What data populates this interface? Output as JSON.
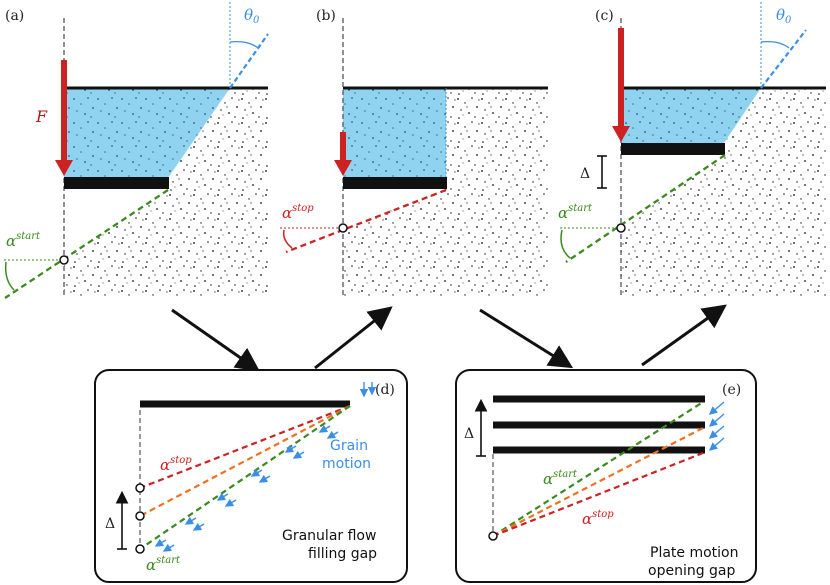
{
  "panels": {
    "a": {
      "label": "(a)",
      "force": "F",
      "theta": "θ",
      "theta_sub": "0",
      "alpha": "α",
      "alpha_sup": "start"
    },
    "b": {
      "label": "(b)",
      "alpha": "α",
      "alpha_sup": "stop"
    },
    "c": {
      "label": "(c)",
      "theta": "θ",
      "theta_sub": "0",
      "delta": "Δ",
      "alpha": "α",
      "alpha_sup": "start"
    },
    "d": {
      "label": "(d)",
      "alpha_stop": "α",
      "alpha_stop_sup": "stop",
      "alpha_start": "α",
      "alpha_start_sup": "start",
      "delta": "Δ",
      "grain_line1": "Grain",
      "grain_line2": "motion",
      "caption_line1": "Granular flow",
      "caption_line2": "filling gap"
    },
    "e": {
      "label": "(e)",
      "delta": "Δ",
      "alpha_start": "α",
      "alpha_start_sup": "start",
      "alpha_stop": "α",
      "alpha_stop_sup": "stop",
      "caption_line1": "Plate motion",
      "caption_line2": "opening gap"
    }
  },
  "colors": {
    "water": "#8fd3f0",
    "force": "#cc2222",
    "alpha_start": "#3a8a1e",
    "alpha_stop": "#cc2222",
    "intermediate": "#f07020",
    "theta": "#3a8ee6",
    "grain_arrows": "#3a8ee6"
  }
}
